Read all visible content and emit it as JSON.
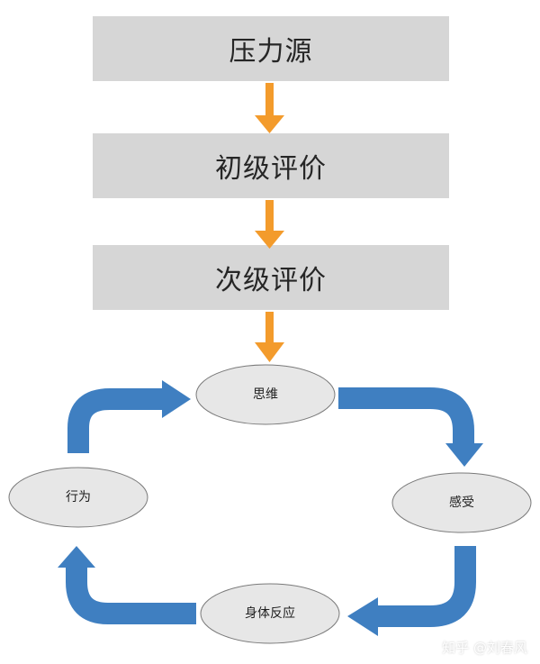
{
  "stages": [
    {
      "label": "压力源"
    },
    {
      "label": "初级评价"
    },
    {
      "label": "次级评价"
    }
  ],
  "cycle_nodes": {
    "top": "思维",
    "right": "感受",
    "bottom": "身体反应",
    "left": "行为"
  },
  "watermark": "知乎 @刘春风",
  "colors": {
    "stage_fill": "#d6d6d6",
    "orange_arrow": "#f39b2c",
    "blue_arrow": "#3f7fc1",
    "node_fill": "#e7e7e7",
    "node_stroke": "#7a7a7a"
  }
}
